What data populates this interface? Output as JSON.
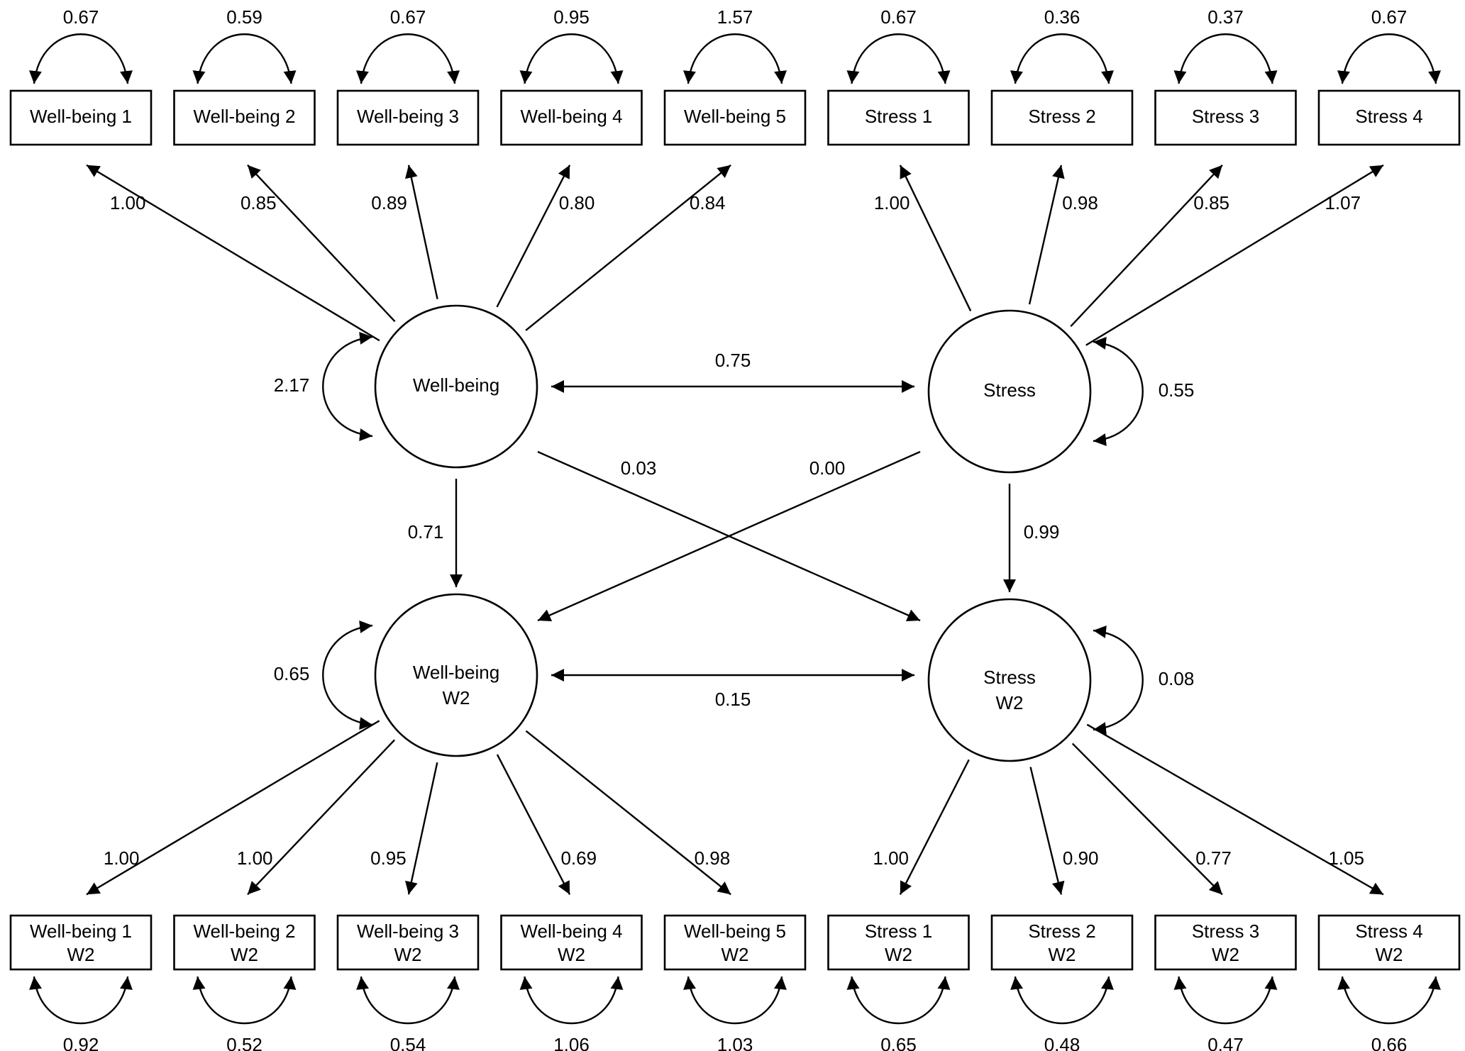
{
  "indicators_top": [
    {
      "lines": [
        "Well-being 1"
      ],
      "variance": "0.67"
    },
    {
      "lines": [
        "Well-being 2"
      ],
      "variance": "0.59"
    },
    {
      "lines": [
        "Well-being 3"
      ],
      "variance": "0.67"
    },
    {
      "lines": [
        "Well-being 4"
      ],
      "variance": "0.95"
    },
    {
      "lines": [
        "Well-being 5"
      ],
      "variance": "1.57"
    },
    {
      "lines": [
        "Stress 1"
      ],
      "variance": "0.67"
    },
    {
      "lines": [
        "Stress 2"
      ],
      "variance": "0.36"
    },
    {
      "lines": [
        "Stress 3"
      ],
      "variance": "0.37"
    },
    {
      "lines": [
        "Stress 4"
      ],
      "variance": "0.67"
    }
  ],
  "indicators_bottom": [
    {
      "lines": [
        "Well-being 1",
        "W2"
      ],
      "variance": "0.92"
    },
    {
      "lines": [
        "Well-being 2",
        "W2"
      ],
      "variance": "0.52"
    },
    {
      "lines": [
        "Well-being 3",
        "W2"
      ],
      "variance": "0.54"
    },
    {
      "lines": [
        "Well-being 4",
        "W2"
      ],
      "variance": "1.06"
    },
    {
      "lines": [
        "Well-being 5",
        "W2"
      ],
      "variance": "1.03"
    },
    {
      "lines": [
        "Stress 1",
        "W2"
      ],
      "variance": "0.65"
    },
    {
      "lines": [
        "Stress 2",
        "W2"
      ],
      "variance": "0.48"
    },
    {
      "lines": [
        "Stress 3",
        "W2"
      ],
      "variance": "0.47"
    },
    {
      "lines": [
        "Stress 4",
        "W2"
      ],
      "variance": "0.66"
    }
  ],
  "latents": {
    "wb1": {
      "lines": [
        "Well-being"
      ],
      "variance": "2.17"
    },
    "st1": {
      "lines": [
        "Stress"
      ],
      "variance": "0.55"
    },
    "wb2": {
      "lines": [
        "Well-being",
        "W2"
      ],
      "variance": "0.65"
    },
    "st2": {
      "lines": [
        "Stress",
        "W2"
      ],
      "variance": "0.08"
    }
  },
  "loadings": {
    "wb1": [
      "1.00",
      "0.85",
      "0.89",
      "0.80",
      "0.84"
    ],
    "st1": [
      "1.00",
      "0.98",
      "0.85",
      "1.07"
    ],
    "wb2": [
      "1.00",
      "1.00",
      "0.95",
      "0.69",
      "0.98"
    ],
    "st2": [
      "1.00",
      "0.90",
      "0.77",
      "1.05"
    ]
  },
  "paths": {
    "cov_wb1_st1": "0.75",
    "cov_wb2_st2": "0.15",
    "wb1_to_wb2": "0.71",
    "st1_to_st2": "0.99",
    "wb1_to_st2": "0.03",
    "st1_to_wb2": "0.00"
  }
}
